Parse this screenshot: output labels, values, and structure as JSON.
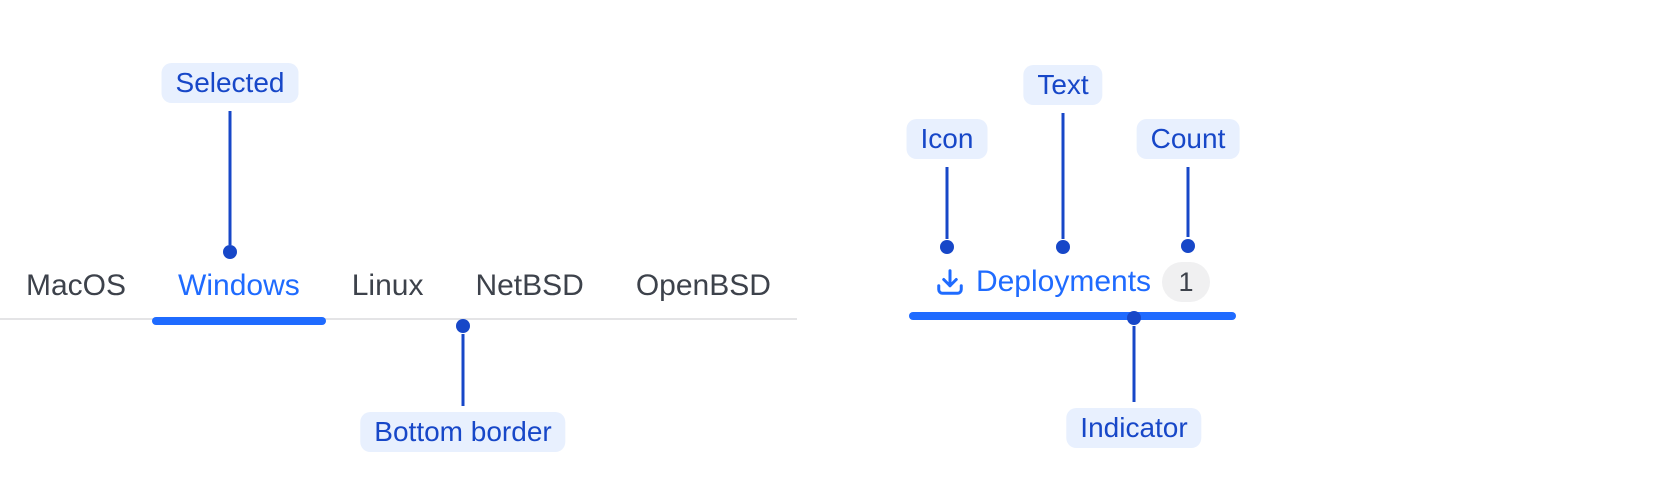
{
  "colors": {
    "accent_blue": "#1f6bff",
    "annotation_blue": "#1747c8",
    "annotation_pill_bg": "#e8f0fe",
    "inactive_tab_text": "#3d424b",
    "tab_bar_border": "#e4e4e6",
    "count_badge_bg": "#f0f0f1"
  },
  "os_tabs": {
    "items": [
      {
        "label": "MacOS",
        "selected": false
      },
      {
        "label": "Windows",
        "selected": true
      },
      {
        "label": "Linux",
        "selected": false
      },
      {
        "label": "NetBSD",
        "selected": false
      },
      {
        "label": "OpenBSD",
        "selected": false
      }
    ]
  },
  "deployments_tab": {
    "icon": "download-icon",
    "label": "Deployments",
    "count": "1",
    "selected": true
  },
  "callouts": [
    {
      "label": "Selected"
    },
    {
      "label": "Bottom border"
    },
    {
      "label": "Icon"
    },
    {
      "label": "Text"
    },
    {
      "label": "Count"
    },
    {
      "label": "Indicator"
    }
  ]
}
